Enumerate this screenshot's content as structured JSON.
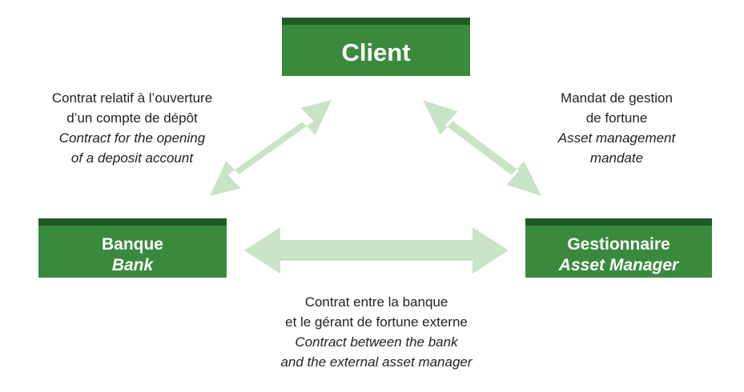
{
  "colors": {
    "box_fill": "#3a8a3e",
    "box_top": "#1f5a24",
    "arrow": "#c9e3c6",
    "text": "#222222"
  },
  "nodes": {
    "client": {
      "title": "Client"
    },
    "bank": {
      "title": "Banque",
      "subtitle": "Bank"
    },
    "manager": {
      "title": "Gestionnaire",
      "subtitle": "Asset Manager"
    }
  },
  "relations": {
    "client_bank": {
      "fr": [
        "Contrat relatif à l’ouverture",
        "d’un compte de dépôt"
      ],
      "en": [
        "Contract for the opening",
        "of a deposit account"
      ]
    },
    "client_manager": {
      "fr": [
        "Mandat de gestion",
        "de fortune"
      ],
      "en": [
        "Asset management",
        "mandate"
      ]
    },
    "bank_manager": {
      "fr": [
        "Contrat entre la banque",
        "et le gérant de fortune externe"
      ],
      "en": [
        "Contract between the bank",
        "and the external asset manager"
      ]
    }
  }
}
